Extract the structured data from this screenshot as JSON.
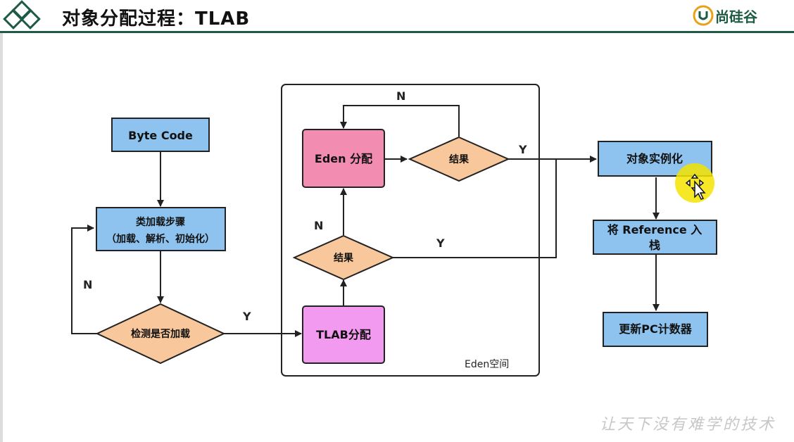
{
  "header": {
    "title": "对象分配过程：TLAB",
    "brand": "尚硅谷",
    "logo_icon": "diamond-logo-icon",
    "brand_icon": "leaf-circle-logo-icon"
  },
  "diagram": {
    "nodes": {
      "bytecode": "Byte Code",
      "classload_line1": "类加载步骤",
      "classload_line2": "（加载、解析、初始化）",
      "check_loaded": "检测是否加载",
      "tlab_alloc": "TLAB分配",
      "result_lower": "结果",
      "eden_alloc": "Eden 分配",
      "result_upper": "结果",
      "instantiate": "对象实例化",
      "push_ref_line1": "将 Reference 入",
      "push_ref_line2": "栈",
      "update_pc": "更新PC计数器"
    },
    "edge_labels": {
      "check_no": "N",
      "check_yes": "Y",
      "upper_no": "N",
      "upper_yes": "Y",
      "lower_no": "N",
      "lower_yes": "Y"
    },
    "eden_region_label": "Eden空间"
  },
  "footer": {
    "slogan": "让天下没有难学的技术"
  },
  "colors": {
    "blue_box": "#8dc3ee",
    "orange_diamond": "#f8c79b",
    "pink_eden": "#f28cb1",
    "magenta_tlab": "#f29af0",
    "header_rule": "#1f5a44",
    "cursor_highlight": "#f5e400"
  }
}
